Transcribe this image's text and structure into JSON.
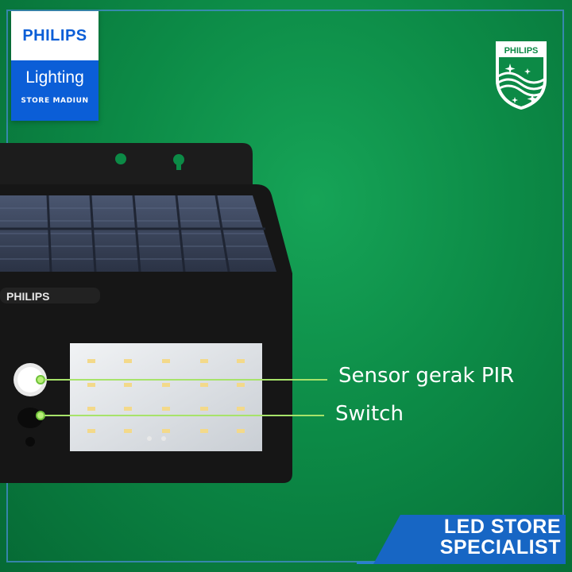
{
  "brand_badge": {
    "brand": "PHILIPS",
    "line": "Lighting",
    "store": "STORE MADIUN"
  },
  "shield_logo": {
    "brand": "PHILIPS"
  },
  "product": {
    "brand_label": "PHILIPS"
  },
  "callouts": [
    {
      "label": "Sensor gerak PIR"
    },
    {
      "label": "Switch"
    }
  ],
  "banner": {
    "line1": "LED STORE",
    "line2": "SPECIALIST"
  },
  "colors": {
    "background": "#0c8a46",
    "philips_blue": "#0b5ed7",
    "callout_line": "#a7e36a",
    "banner": "#1766c4"
  }
}
